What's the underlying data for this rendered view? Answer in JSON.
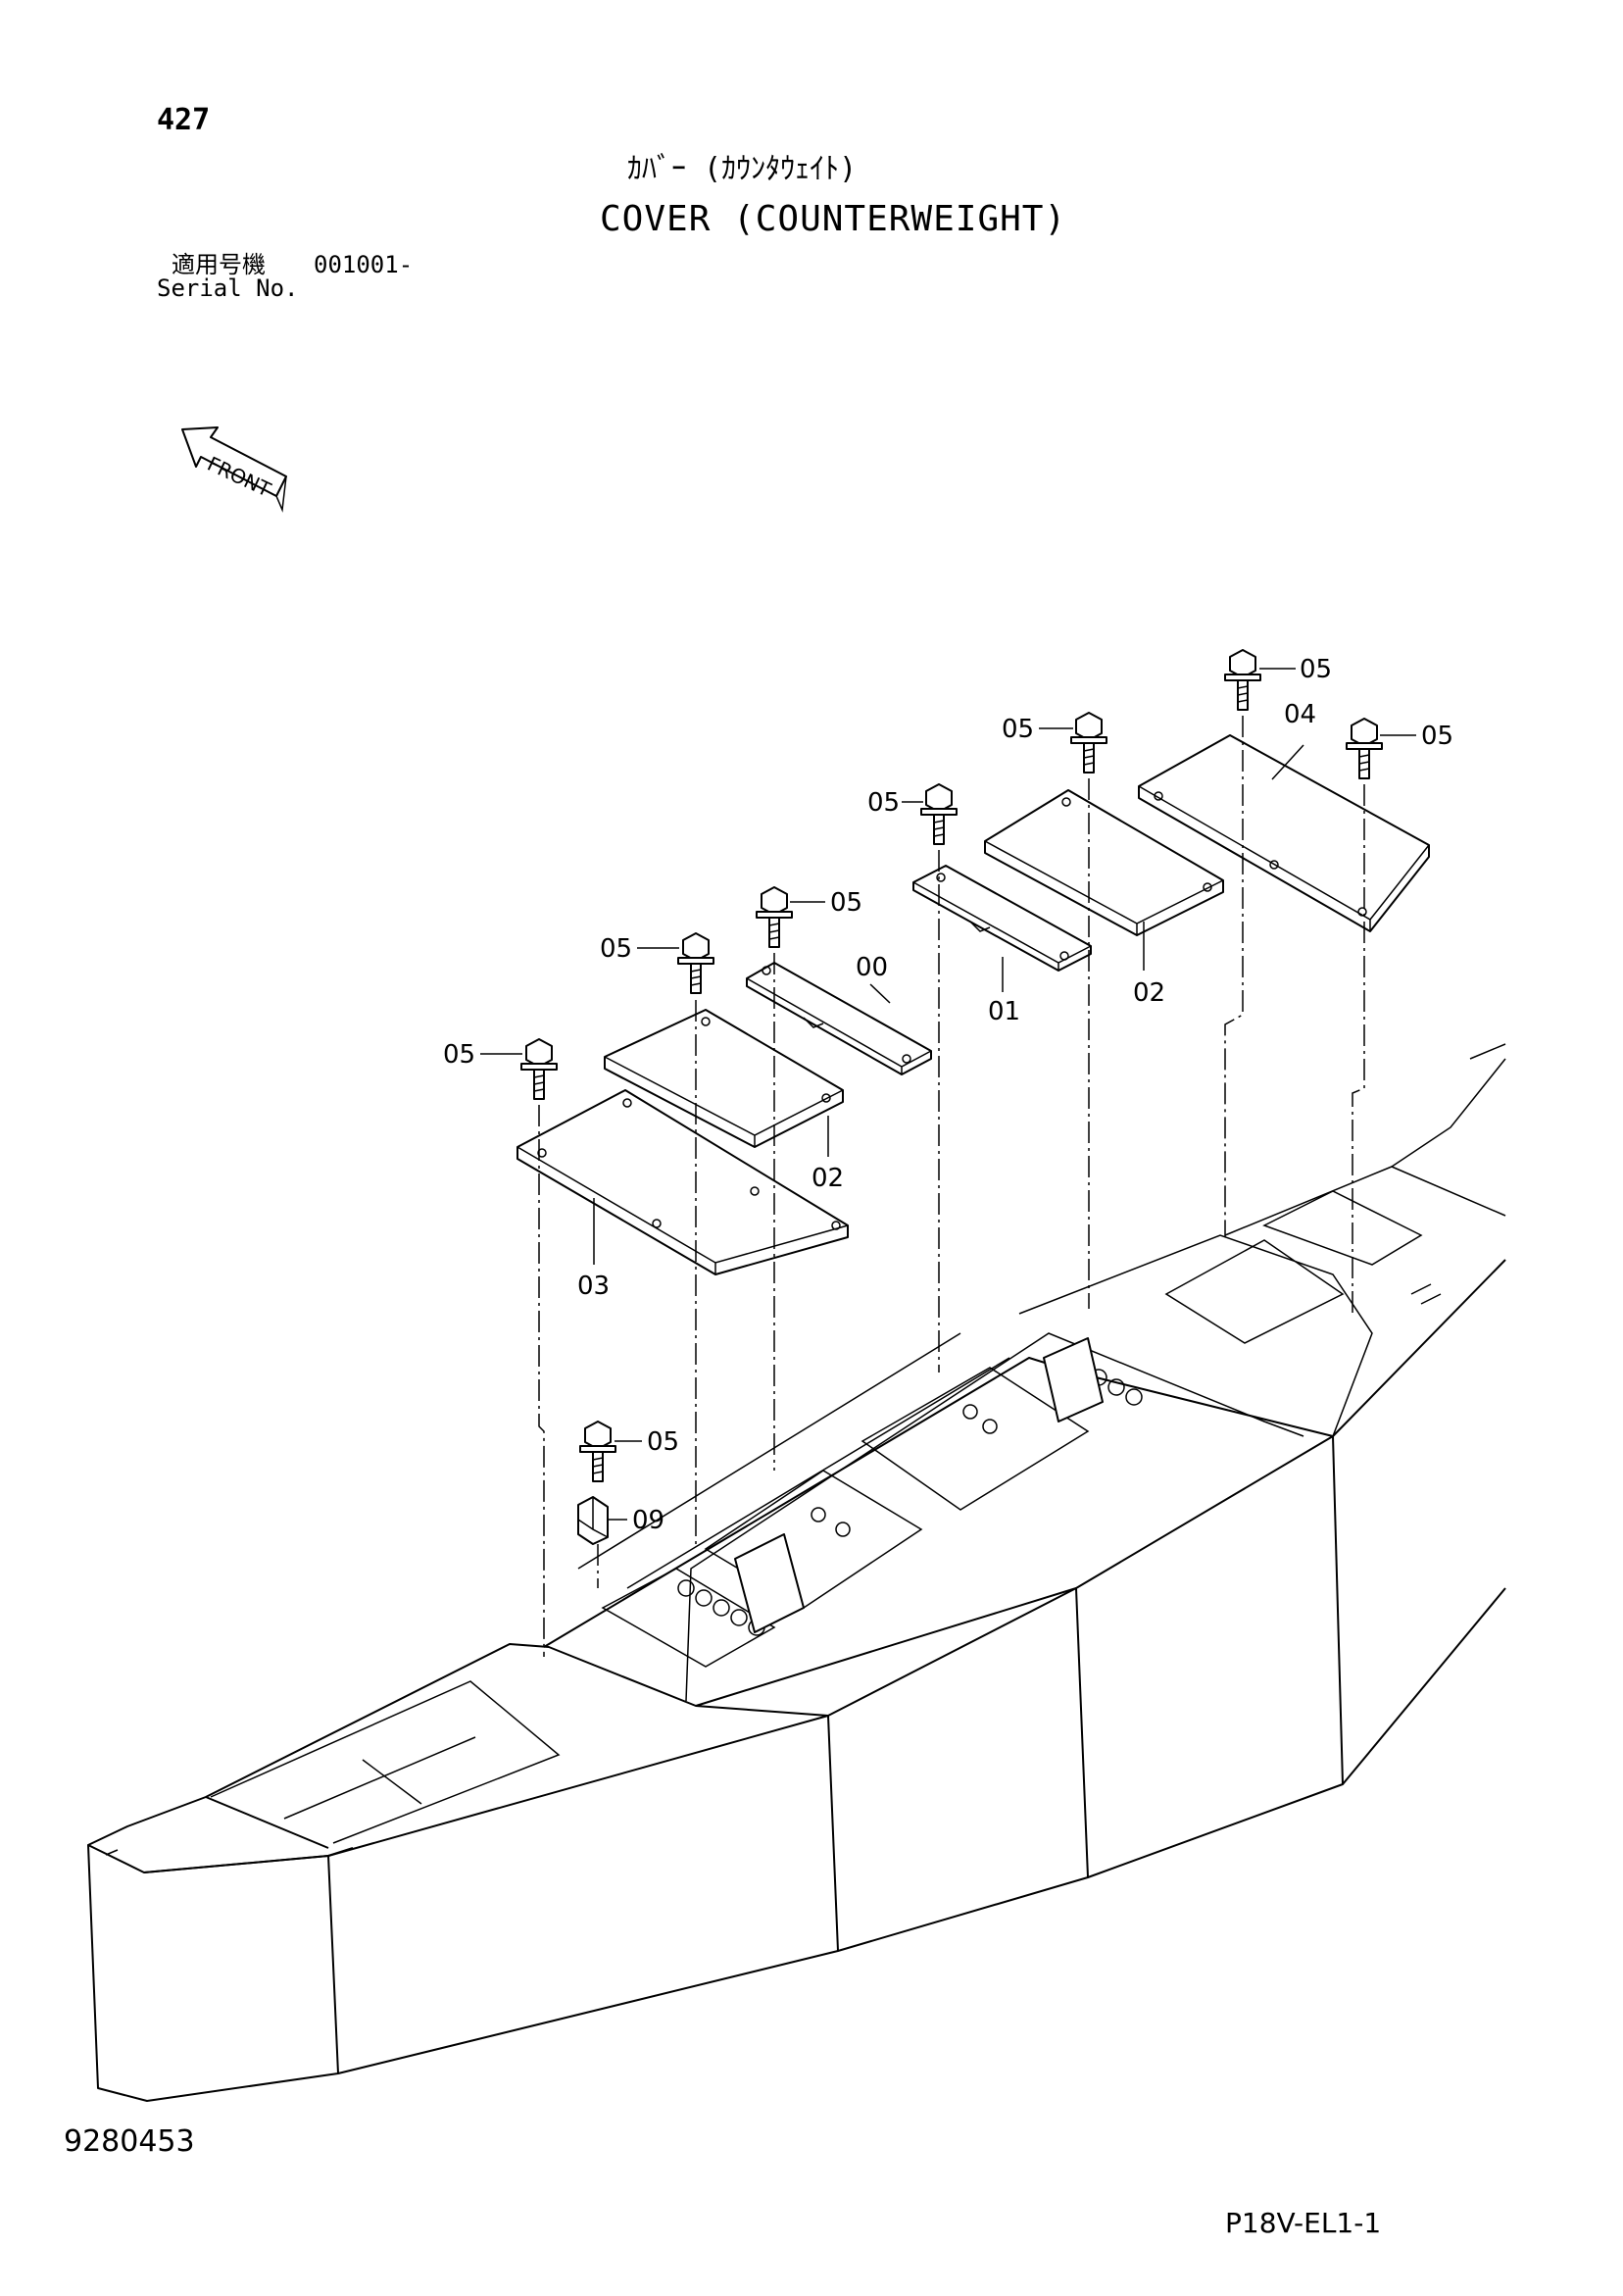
{
  "page": {
    "page_number": "427",
    "title_jp": "ｶﾊﾞｰ (ｶｳﾝﾀｳｪｲﾄ)",
    "title_en": "COVER (COUNTERWEIGHT)",
    "serial_label_jp": "適用号機",
    "serial_value": "001001-",
    "serial_label_en": "Serial No.",
    "drawing_number": "9280453",
    "sheet_code": "P18V-EL1-1"
  },
  "diagram": {
    "front_label": "FRONT",
    "callouts": [
      {
        "id": "c1",
        "label": "05"
      },
      {
        "id": "c2",
        "label": "05"
      },
      {
        "id": "c3",
        "label": "04"
      },
      {
        "id": "c4",
        "label": "05"
      },
      {
        "id": "c5",
        "label": "05"
      },
      {
        "id": "c6",
        "label": "05"
      },
      {
        "id": "c7",
        "label": "00"
      },
      {
        "id": "c8",
        "label": "01"
      },
      {
        "id": "c9",
        "label": "02"
      },
      {
        "id": "c10",
        "label": "05"
      },
      {
        "id": "c11",
        "label": "05"
      },
      {
        "id": "c12",
        "label": "02"
      },
      {
        "id": "c13",
        "label": "03"
      },
      {
        "id": "c14",
        "label": "05"
      },
      {
        "id": "c15",
        "label": "09"
      }
    ]
  }
}
